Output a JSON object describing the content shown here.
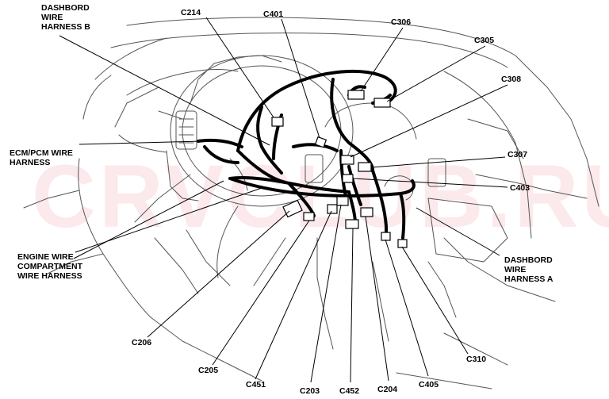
{
  "watermark": "CRVCLUB.RU",
  "labels": {
    "dashboard_harness_b": "DASHBORD\nWIRE\nHARNESS B",
    "ecm_pcm_harness": "ECM/PCM WIRE\nHARNESS",
    "engine_compartment_harness": "ENGINE WIRE\nCOMPARTMENT\nWIRE HARNESS",
    "dashboard_harness_a": "DASHBORD\nWIRE\nHARNESS A",
    "c214": "C214",
    "c401": "C401",
    "c306": "C306",
    "c305": "C305",
    "c308": "C308",
    "c307": "C307",
    "c403": "C403",
    "c310": "C310",
    "c206": "C206",
    "c205": "C205",
    "c451": "C451",
    "c203": "C203",
    "c452": "C452",
    "c204": "C204",
    "c405": "C405"
  },
  "colors": {
    "ink": "#000000",
    "outline": "#555555",
    "watermark": "#e87882"
  }
}
